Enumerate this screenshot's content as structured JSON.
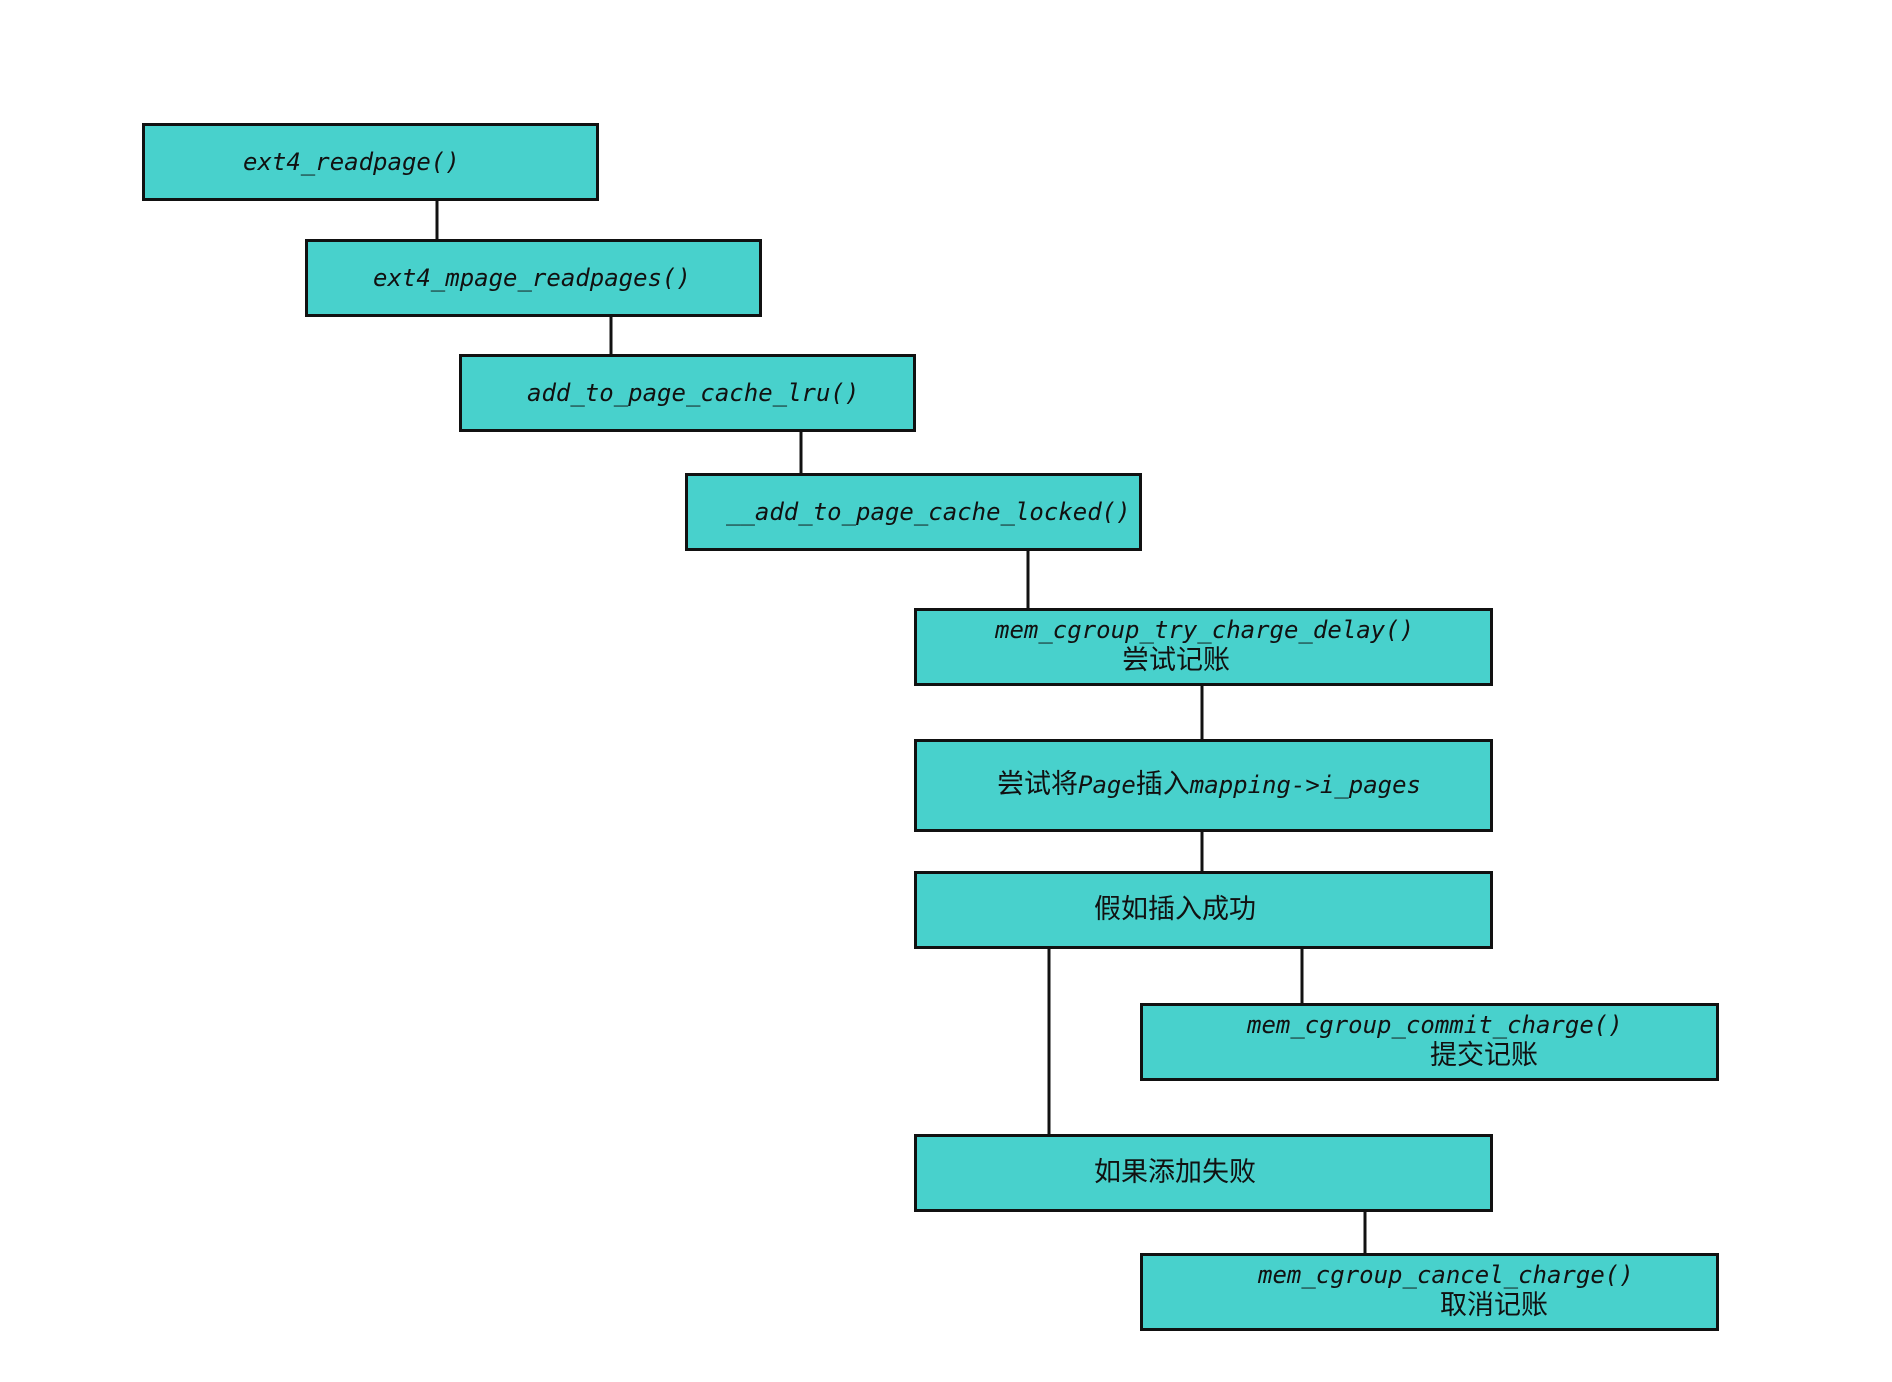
{
  "diagram": {
    "nodes": {
      "readpage": {
        "code": "ext4_readpage()"
      },
      "mpage_readpages": {
        "code": "ext4_mpage_readpages()"
      },
      "add_to_page_cache_lru": {
        "code": "add_to_page_cache_lru()"
      },
      "add_to_page_cache_locked": {
        "code": "__add_to_page_cache_locked()"
      },
      "try_charge": {
        "code": "mem_cgroup_try_charge_delay()",
        "label": "尝试记账"
      },
      "insert": {
        "text_before": "尝试将",
        "code_page": "Page",
        "text_mid": "插入",
        "code_mapping": "mapping->i_pages"
      },
      "success": {
        "label": "假如插入成功"
      },
      "commit_charge": {
        "code": "mem_cgroup_commit_charge()",
        "label": "提交记账"
      },
      "fail": {
        "label": "如果添加失败"
      },
      "cancel_charge": {
        "code": "mem_cgroup_cancel_charge()",
        "label": "取消记账"
      }
    },
    "edges": [
      {
        "from": "readpage",
        "to": "mpage_readpages"
      },
      {
        "from": "mpage_readpages",
        "to": "add_to_page_cache_lru"
      },
      {
        "from": "add_to_page_cache_lru",
        "to": "add_to_page_cache_locked"
      },
      {
        "from": "add_to_page_cache_locked",
        "to": "try_charge"
      },
      {
        "from": "try_charge",
        "to": "insert"
      },
      {
        "from": "insert",
        "to": "success"
      },
      {
        "from": "success",
        "to": "commit_charge"
      },
      {
        "from": "success",
        "to": "fail"
      },
      {
        "from": "fail",
        "to": "cancel_charge"
      }
    ],
    "colors": {
      "node_fill": "#48d1cc",
      "stroke": "#111111",
      "background": "#ffffff"
    }
  }
}
